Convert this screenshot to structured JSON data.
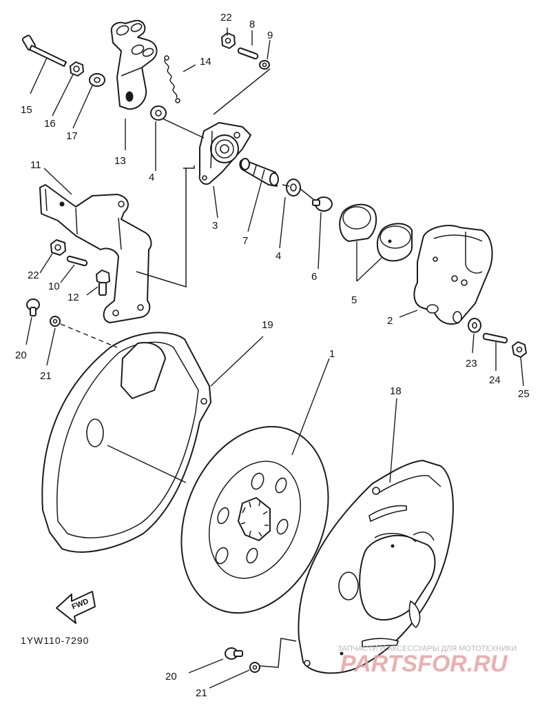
{
  "diagram": {
    "part_number_code": "1YW110-7290",
    "direction_arrow_label": "FWD",
    "callouts": [
      {
        "id": "c22a",
        "label": "22"
      },
      {
        "id": "c8",
        "label": "8"
      },
      {
        "id": "c9",
        "label": "9"
      },
      {
        "id": "c14",
        "label": "14"
      },
      {
        "id": "c15",
        "label": "15"
      },
      {
        "id": "c16",
        "label": "16"
      },
      {
        "id": "c17",
        "label": "17"
      },
      {
        "id": "c13",
        "label": "13"
      },
      {
        "id": "c4a",
        "label": "4"
      },
      {
        "id": "c11",
        "label": "11"
      },
      {
        "id": "c3",
        "label": "3"
      },
      {
        "id": "c7",
        "label": "7"
      },
      {
        "id": "c4b",
        "label": "4"
      },
      {
        "id": "c6",
        "label": "6"
      },
      {
        "id": "c5",
        "label": "5"
      },
      {
        "id": "c2",
        "label": "2"
      },
      {
        "id": "c22b",
        "label": "22"
      },
      {
        "id": "c10",
        "label": "10"
      },
      {
        "id": "c12",
        "label": "12"
      },
      {
        "id": "c20a",
        "label": "20"
      },
      {
        "id": "c21a",
        "label": "21"
      },
      {
        "id": "c19",
        "label": "19"
      },
      {
        "id": "c1",
        "label": "1"
      },
      {
        "id": "c18",
        "label": "18"
      },
      {
        "id": "c23",
        "label": "23"
      },
      {
        "id": "c24",
        "label": "24"
      },
      {
        "id": "c25",
        "label": "25"
      },
      {
        "id": "c20b",
        "label": "20"
      },
      {
        "id": "c21b",
        "label": "21"
      }
    ]
  },
  "watermark": {
    "tagline": "ЗАПЧАСТИ И АКСЕССУАРЫ ДЛЯ МОТОТЕХНИКИ",
    "brand": "PARTSFOR.RU",
    "colors": {
      "tagline": "#b9b9b9",
      "brand": "#e7a3a3"
    }
  }
}
